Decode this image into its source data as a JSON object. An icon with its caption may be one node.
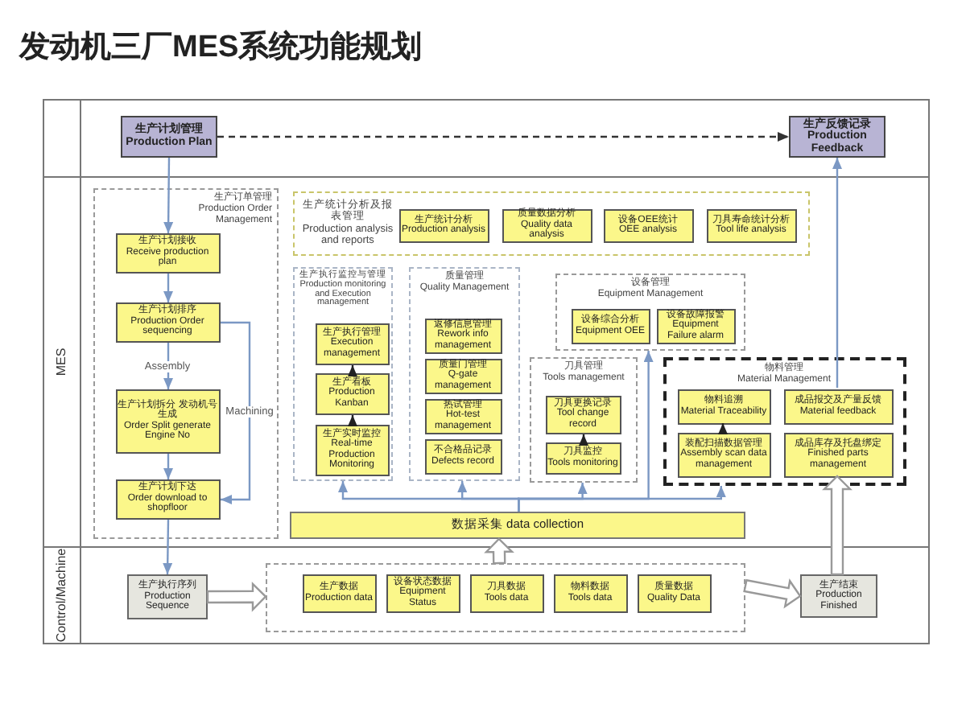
{
  "diagram": {
    "title": "发动机三厂MES系统功能规划",
    "nodes": [
      {
        "text": [
          "生产计划管理",
          "Production Plan"
        ]
      },
      {
        "text": [
          "生产反馈记录",
          "Production Feedback"
        ]
      },
      {
        "text": [
          "生产订单管理",
          "Production Order Management"
        ]
      },
      {
        "text": [
          "生产计划接收",
          "Receive production plan"
        ],
        "in": 2
      },
      {
        "text": [
          "生产计划排序",
          "Production Order sequencing"
        ],
        "in": 2
      },
      {
        "text": [
          "生产计划拆分 发动机号生成",
          "Order Split generate Engine No"
        ],
        "in": 2
      },
      {
        "text": [
          "生产计划下达",
          "Order download to shopfloor"
        ],
        "in": 2
      },
      {
        "text": [
          "生产统计分析及报表管理",
          "Production analysis and reports"
        ]
      },
      {
        "text": [
          "生产统计分析",
          "Production analysis"
        ],
        "in": 7
      },
      {
        "text": [
          "质量数据分析",
          "Quality data analysis"
        ],
        "in": 7
      },
      {
        "text": [
          "设备OEE统计",
          "OEE analysis"
        ],
        "in": 7
      },
      {
        "text": [
          "刀具寿命统计分析",
          "Tool life analysis"
        ],
        "in": 7
      },
      {
        "text": [
          "生产执行监控与管理",
          "Production monitoring and Execution management"
        ]
      },
      {
        "text": [
          "生产执行管理",
          "Execution management"
        ],
        "in": 12
      },
      {
        "text": [
          "生产看板",
          "Production Kanban"
        ],
        "in": 12
      },
      {
        "text": [
          "生产实时监控",
          "Real-time Production Monitoring"
        ],
        "in": 12
      },
      {
        "text": [
          "质量管理",
          "Quality Management"
        ]
      },
      {
        "text": [
          "返修信息管理",
          "Rework info management"
        ],
        "in": 16
      },
      {
        "text": [
          "质量门管理",
          "Q-gate management"
        ],
        "in": 16
      },
      {
        "text": [
          "热试管理",
          "Hot-test management"
        ],
        "in": 16
      },
      {
        "text": [
          "不合格品记录",
          "Defects record"
        ],
        "in": 16
      },
      {
        "text": [
          "设备管理",
          "Equipment Management"
        ]
      },
      {
        "text": [
          "设备综合分析",
          "Equipment OEE"
        ],
        "in": 21
      },
      {
        "text": [
          "设备故障报警",
          "Equipment Failure alarm"
        ],
        "in": 21
      },
      {
        "text": [
          "刀具管理",
          "Tools management"
        ]
      },
      {
        "text": [
          "刀具更换记录",
          "Tool change record"
        ],
        "in": 24
      },
      {
        "text": [
          "刀具监控",
          "Tools monitoring"
        ],
        "in": 24
      },
      {
        "text": [
          "物料管理",
          "Material Management"
        ]
      },
      {
        "text": [
          "物料追溯",
          "Material Traceability"
        ],
        "in": 27
      },
      {
        "text": [
          "装配扫描数据管理",
          "Assembly scan data management"
        ],
        "in": 27
      },
      {
        "text": [
          "成品报交及产量反馈",
          "Material feedback"
        ],
        "in": 27
      },
      {
        "text": [
          "成品库存及托盘绑定",
          "Finished parts management"
        ],
        "in": 27
      },
      {
        "text": [
          "数据采集 data collection"
        ]
      },
      {
        "text": [
          "生产执行序列",
          "Production Sequence"
        ]
      },
      {
        "text": [],
        "shape": "box"
      },
      {
        "text": [
          "生产数据",
          "Production data"
        ],
        "in": 34
      },
      {
        "text": [
          "设备状态数据",
          "Equipment Status"
        ],
        "in": 34
      },
      {
        "text": [
          "刀具数据",
          "Tools data"
        ],
        "in": 34
      },
      {
        "text": [
          "物料数据",
          "Tools data"
        ],
        "in": 34
      },
      {
        "text": [
          "质量数据",
          "Quality Data"
        ],
        "in": 34
      },
      {
        "text": [
          "生产结束",
          "Production Finished"
        ]
      }
    ],
    "edges": [
      {
        "from": 0,
        "to": 1,
        "arrow": "to",
        "style": "dashed",
        "color": "#333333"
      },
      {
        "from": 0,
        "to": 3,
        "arrow": "to"
      },
      {
        "from": 3,
        "to": 4,
        "arrow": "to"
      },
      {
        "from": 4,
        "to": 5,
        "arrow": "to",
        "label": "Assembly"
      },
      {
        "from": 5,
        "to": 6,
        "arrow": "to"
      },
      {
        "from": 4,
        "to": 6,
        "arrow": "to",
        "label": "Machining"
      },
      {
        "from": 6,
        "to": 33,
        "arrow": "to"
      },
      {
        "from": 33,
        "to": 34,
        "arrow": "to",
        "style": "thick",
        "color": "#999999"
      },
      {
        "from": 34,
        "to": 32,
        "arrow": "to",
        "style": "thick",
        "color": "#999999"
      },
      {
        "from": 34,
        "to": 40,
        "arrow": "to",
        "style": "thick",
        "color": "#999999"
      },
      {
        "from": 40,
        "to": 31,
        "arrow": "to",
        "style": "thick",
        "color": "#999999"
      },
      {
        "from": 30,
        "to": 1,
        "arrow": "to"
      },
      {
        "from": 32,
        "to": 12,
        "arrow": "to"
      },
      {
        "from": 32,
        "to": 16,
        "arrow": "to"
      },
      {
        "from": 32,
        "to": 24,
        "arrow": "to"
      },
      {
        "from": 32,
        "to": 21,
        "arrow": "to"
      },
      {
        "from": 32,
        "to": 27,
        "arrow": "to"
      },
      {
        "from": 15,
        "to": 14,
        "arrow": "to",
        "color": "#222222"
      },
      {
        "from": 14,
        "to": 13,
        "arrow": "to",
        "color": "#222222"
      },
      {
        "from": 26,
        "to": 25,
        "arrow": "to",
        "color": "#222222"
      },
      {
        "from": 29,
        "to": 28,
        "arrow": "to",
        "color": "#222222"
      }
    ],
    "labels": [
      "MES",
      "Control/Machine"
    ]
  }
}
